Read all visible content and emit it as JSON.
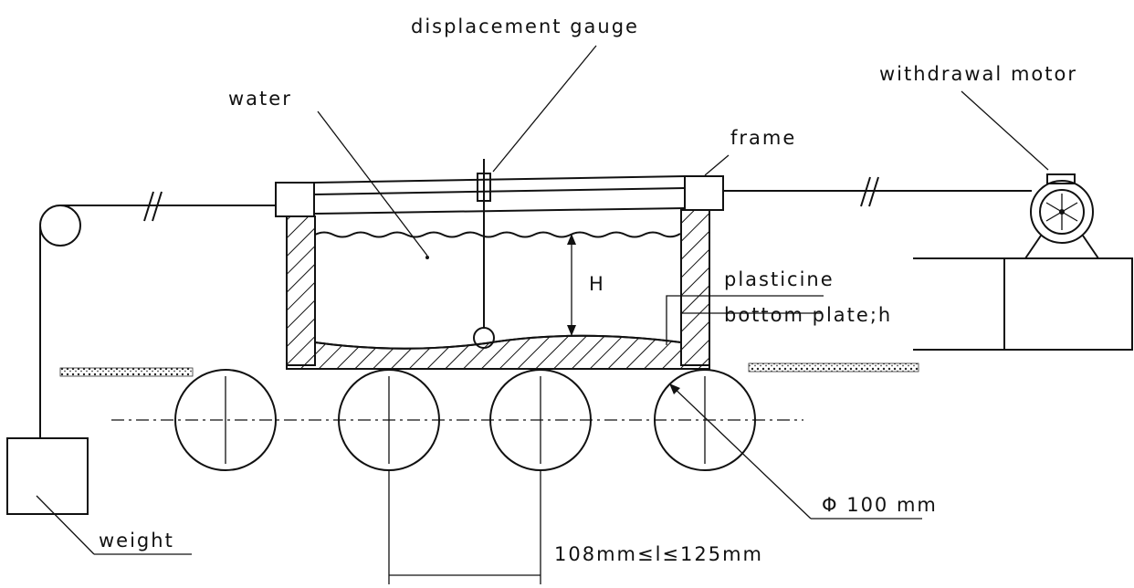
{
  "labels": {
    "displacement_gauge": "displacement gauge",
    "withdrawal_motor": "withdrawal motor",
    "water": "water",
    "frame": "frame",
    "height": "H",
    "plasticine": "plasticine",
    "bottom_plate": "bottom plate;h",
    "diameter": "Φ 100 mm",
    "weight": "weight",
    "spacing": "108mm≤l≤125mm"
  }
}
